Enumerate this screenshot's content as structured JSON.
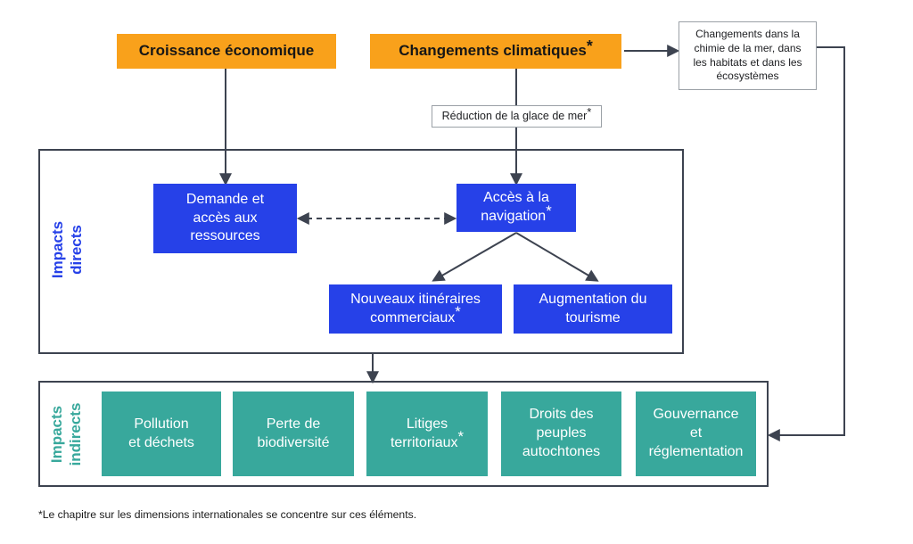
{
  "colors": {
    "orange": "#f9a11b",
    "blue": "#2641e8",
    "teal": "#38a89c",
    "arrow": "#3d4350",
    "frame": "#3d4350",
    "light_border": "#9aa0a6"
  },
  "top": {
    "economic_growth": {
      "text": "Croissance économique",
      "sup": ""
    },
    "climate_change": {
      "text": "Changements climatiques",
      "sup": "*"
    },
    "sea_chemistry": {
      "text": "Changements dans la\nchimie de la mer, dans\nles habitats et dans les\nécosystèmes",
      "sup": ""
    },
    "sea_ice": {
      "text": "Réduction de la glace de mer",
      "sup": "*"
    }
  },
  "direct_impacts": {
    "section_label": "Impacts\ndirects",
    "demand_resources": {
      "text": "Demande et\naccès aux\nressources",
      "sup": ""
    },
    "navigation_access": {
      "text": "Accès à la\nnavigation",
      "sup": "*"
    },
    "trade_routes": {
      "text": "Nouveaux itinéraires\ncommerciaux",
      "sup": "*"
    },
    "tourism": {
      "text": "Augmentation du\ntourisme",
      "sup": ""
    }
  },
  "indirect_impacts": {
    "section_label": "Impacts\nindirects",
    "nodes": [
      {
        "text": "Pollution\net déchets",
        "sup": ""
      },
      {
        "text": "Perte de\nbiodiversité",
        "sup": ""
      },
      {
        "text": "Litiges\nterritoriaux",
        "sup": "*"
      },
      {
        "text": "Droits des\npeuples\nautochtones",
        "sup": ""
      },
      {
        "text": "Gouvernance\net\nréglementation",
        "sup": ""
      }
    ]
  },
  "footnote": "*Le chapitre sur les dimensions internationales se concentre sur ces éléments."
}
